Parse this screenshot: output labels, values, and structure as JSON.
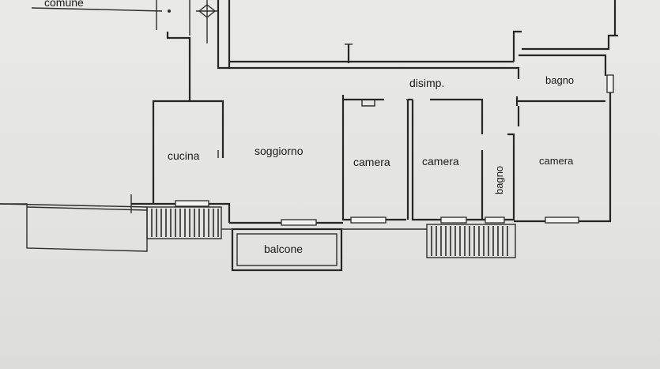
{
  "rooms": {
    "comune": "comune",
    "disimp": "disimp.",
    "bagno_top": "bagno",
    "cucina": "cucina",
    "soggiorno": "soggiorno",
    "camera_1": "camera",
    "camera_2": "camera",
    "bagno_vertical": "bagno",
    "camera_3": "camera",
    "balcone": "balcone"
  }
}
